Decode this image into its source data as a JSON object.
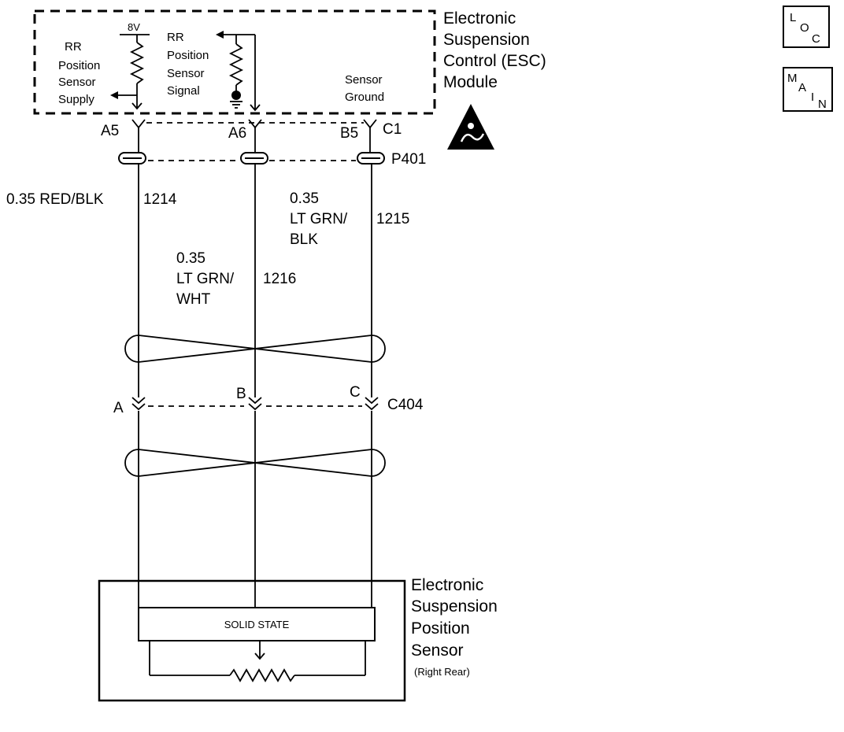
{
  "esc_module": {
    "title_lines": [
      "Electronic",
      "Suspension",
      "Control (ESC)",
      "Module"
    ],
    "voltage": "8V",
    "supply_label": [
      "RR",
      "Position",
      "Sensor",
      "Supply"
    ],
    "signal_label": [
      "RR",
      "Position",
      "Sensor",
      "Signal"
    ],
    "ground_label": [
      "Sensor",
      "Ground"
    ],
    "pins": [
      "A5",
      "A6",
      "B5",
      "C1"
    ],
    "connector": "P401"
  },
  "wires": [
    {
      "lines": [
        "0.35 RED/BLK",
        "1214"
      ]
    },
    {
      "lines": [
        "0.35",
        "LT GRN/",
        "1216",
        "WHT"
      ]
    },
    {
      "lines": [
        "0.35",
        "LT GRN/",
        "1215",
        "BLK"
      ]
    }
  ],
  "c404": {
    "name": "C404",
    "terminals": [
      "A",
      "B",
      "C"
    ]
  },
  "sensor": {
    "title_lines": [
      "Electronic",
      "Suspension",
      "Position",
      "Sensor"
    ],
    "subtitle": "(Right Rear)",
    "solid_state": "SOLID STATE"
  },
  "nav": {
    "loc": {
      "a": "L",
      "b": "O",
      "c": "C"
    },
    "main": {
      "a": "M",
      "b": "A",
      "c": "I",
      "d": "N"
    }
  }
}
